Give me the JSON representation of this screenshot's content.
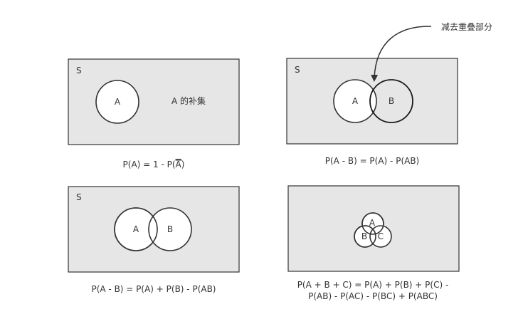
{
  "panel1": {
    "set_label": "S",
    "circle_label": "A",
    "complement_label": "A 的补集",
    "formula_prefix": "P(A) = 1 - P(",
    "formula_bar": "A",
    "formula_suffix": ")"
  },
  "panel2": {
    "set_label": "S",
    "circle_a_label": "A",
    "circle_b_label": "B",
    "formula": "P(A - B) = P(A) - P(AB)",
    "annotation": "减去重叠部分"
  },
  "panel3": {
    "set_label": "S",
    "circle_a_label": "A",
    "circle_b_label": "B",
    "formula": "P(A - B) = P(A) + P(B) - P(AB)"
  },
  "panel4": {
    "circle_a_label": "A",
    "circle_b_label": "B",
    "circle_c_label": "C",
    "formula_line1": "P(A + B + C) = P(A) + P(B) + P(C) -",
    "formula_line2": "P(AB) - P(AC) - P(BC) + P(ABC)"
  },
  "colors": {
    "panel_fill": "#e6e6e6",
    "stroke": "#333333",
    "text": "#333333"
  }
}
